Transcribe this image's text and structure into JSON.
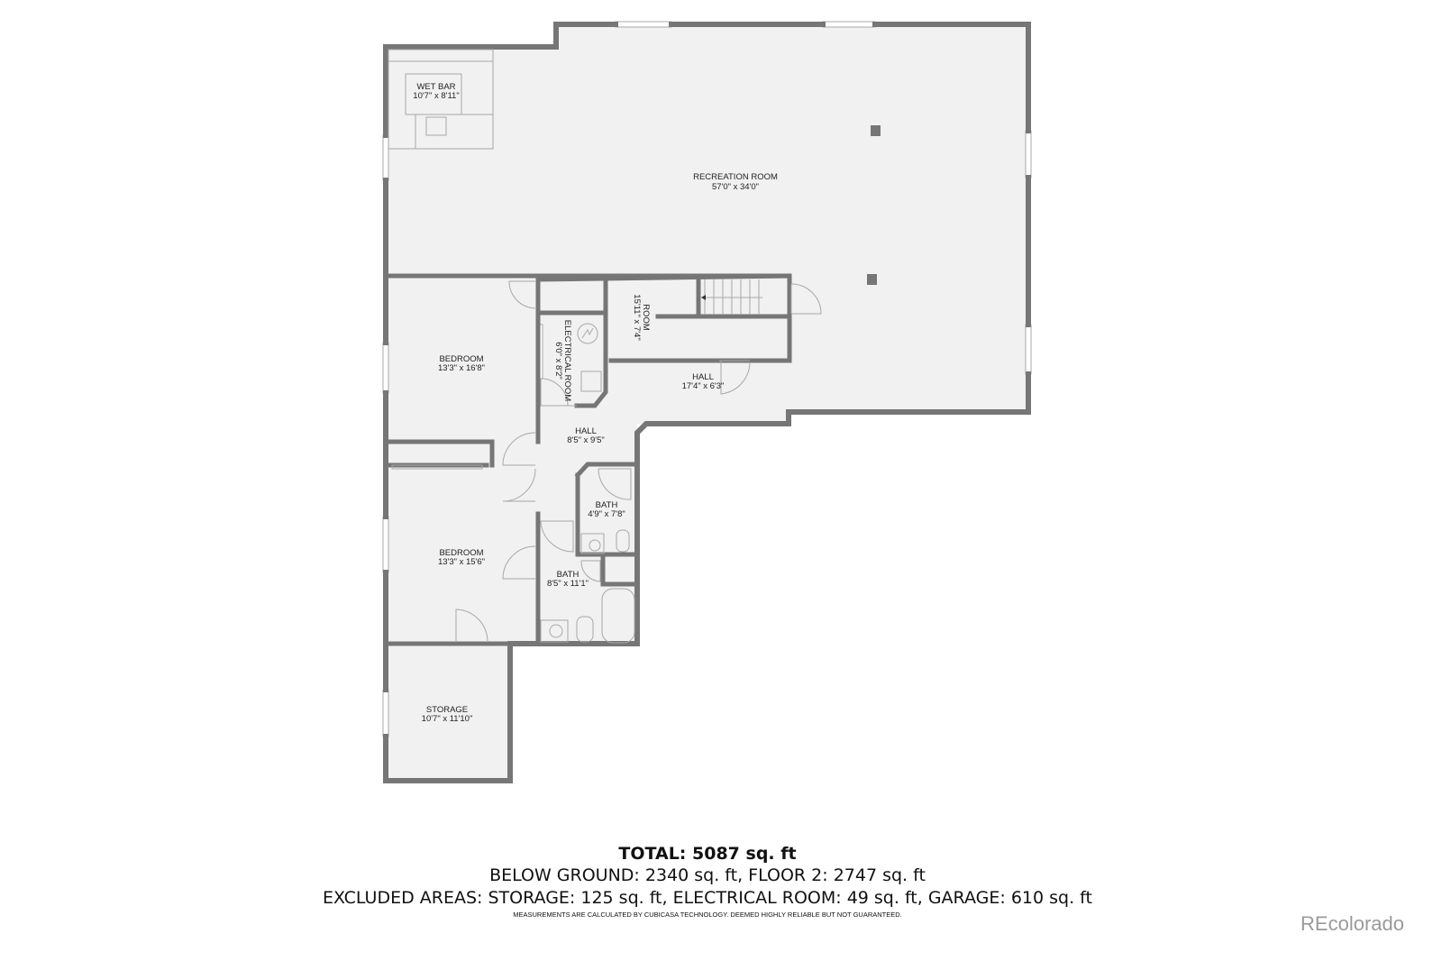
{
  "floorplan": {
    "rooms": {
      "wet_bar": {
        "name": "WET BAR",
        "dims": "10'7\" x 8'11\""
      },
      "recreation_room": {
        "name": "RECREATION ROOM",
        "dims": "57'0\" x 34'0\""
      },
      "room": {
        "name": "ROOM",
        "dims": "15'11\" x 7'4\""
      },
      "electrical_room": {
        "name": "ELECTRICAL ROOM",
        "dims": "6'0\" x 8'2\""
      },
      "hall_upper": {
        "name": "HALL",
        "dims": "17'4\" x 6'3\""
      },
      "bedroom_1": {
        "name": "BEDROOM",
        "dims": "13'3\" x 16'8\""
      },
      "hall_lower": {
        "name": "HALL",
        "dims": "8'5\" x 9'5\""
      },
      "bath_small": {
        "name": "BATH",
        "dims": "4'9\" x 7'8\""
      },
      "bedroom_2": {
        "name": "BEDROOM",
        "dims": "13'3\" x 15'6\""
      },
      "bath_large": {
        "name": "BATH",
        "dims": "8'5\" x 11'1\""
      },
      "storage": {
        "name": "STORAGE",
        "dims": "10'7\" x 11'10\""
      }
    },
    "colors": {
      "wall": "#767676",
      "floor": "#f1f1f1",
      "fixture": "#a8a8a8"
    }
  },
  "summary": {
    "total": "TOTAL: 5087 sq. ft",
    "below_ground": "BELOW GROUND: 2340 sq. ft, FLOOR 2: 2747 sq. ft",
    "excluded": "EXCLUDED AREAS: STORAGE: 125 sq. ft, ELECTRICAL ROOM: 49 sq. ft, GARAGE: 610 sq. ft",
    "disclaimer": "MEASUREMENTS ARE CALCULATED BY CUBICASA TECHNOLOGY. DEEMED HIGHLY RELIABLE BUT NOT GUARANTEED."
  },
  "brand": {
    "label": "REcolorado"
  }
}
